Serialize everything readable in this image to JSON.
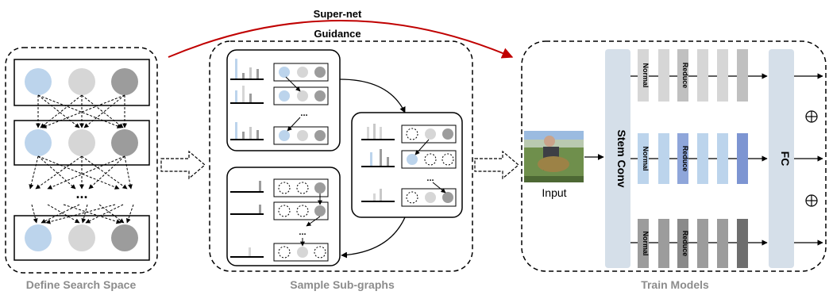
{
  "guidance_label_line1": "Super-net",
  "guidance_label_line2": "Guidance",
  "stages": {
    "define": "Define Search Space",
    "sample": "Sample Sub-graphs",
    "train": "Train Models"
  },
  "ellipsis": "...",
  "small_ellipsis": "...",
  "input_label": "Input",
  "stem_label": "Stem Conv",
  "fc_label": "FC",
  "normal_label": "Normal",
  "reduce_label": "Reduce",
  "plus_symbol": "⊕",
  "colors": {
    "light_blue": "#bcd4ec",
    "light_gray": "#d6d6d6",
    "dark_gray": "#9c9c9c",
    "stem_fill": "#d5dfe9",
    "red_arrow": "#c00000",
    "caption": "#8c8c8c",
    "mid_blue": "#8fa6da",
    "dark_blue": "#7d95d2"
  },
  "icons": {
    "plus": "circled-plus-icon",
    "arrow": "hollow-right-arrow-icon"
  }
}
